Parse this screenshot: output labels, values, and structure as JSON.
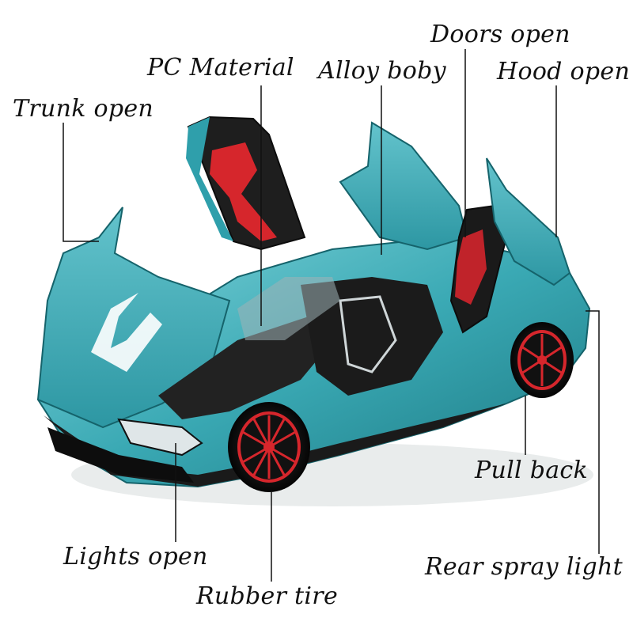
{
  "image": {
    "subject": "teal toy sports car",
    "colors": {
      "body": "#3aa9b4",
      "body_dark": "#1f7f8a",
      "accent": "#d6262c",
      "tire": "#1a1a1a"
    }
  },
  "labels": {
    "trunk_open": "Trunk open",
    "pc_material": "PC Material",
    "alloy_body": "Alloy boby",
    "doors_open": "Doors open",
    "hood_open": "Hood open",
    "pull_back": "Pull back",
    "lights_open": "Lights open",
    "rear_spray_light": "Rear spray light",
    "rubber_tire": "Rubber tire"
  }
}
